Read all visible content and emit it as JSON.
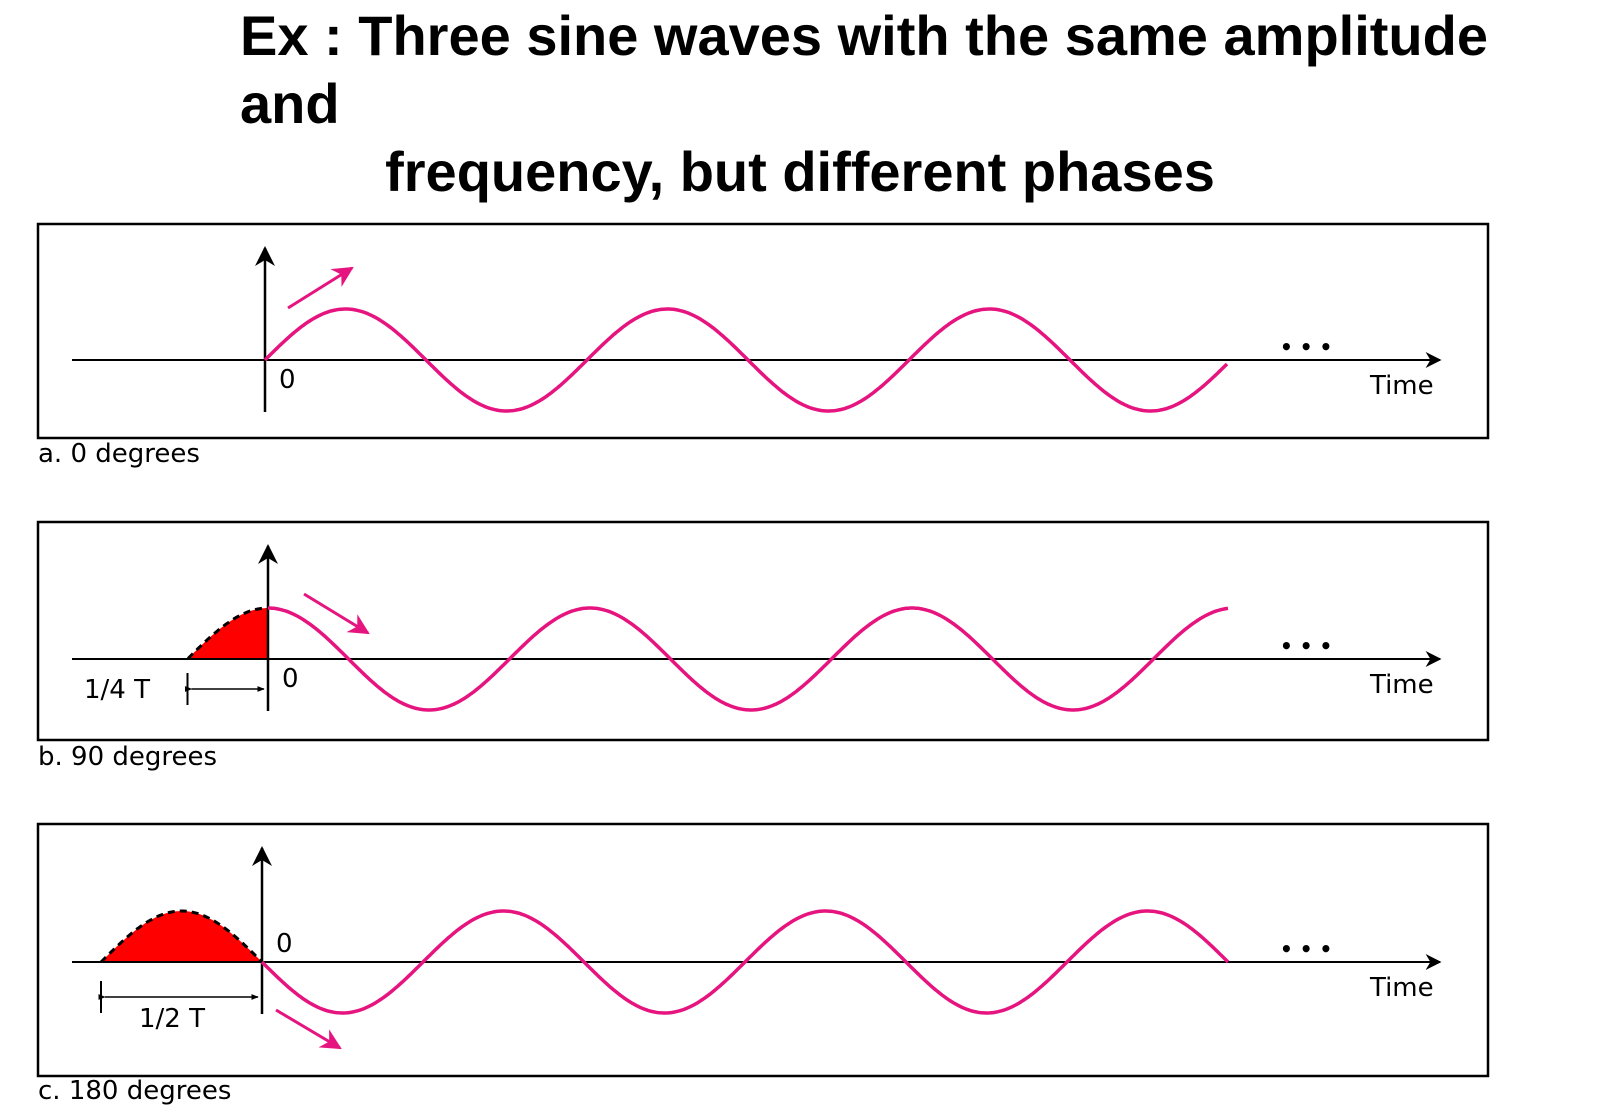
{
  "title": {
    "line1": "Ex : Three sine waves with the same amplitude and",
    "line2": "frequency, but different phases"
  },
  "colors": {
    "wave": "#e6147f",
    "shade": "#ff0000",
    "axis": "#000000",
    "frame": "#000000"
  },
  "panels": [
    {
      "caption": "a. 0 degrees",
      "phase_degrees": 0,
      "origin_label": "0",
      "axis_label": "Time",
      "ellipsis": "• • •",
      "shift_label": ""
    },
    {
      "caption": "b. 90 degrees",
      "phase_degrees": 90,
      "origin_label": "0",
      "axis_label": "Time",
      "ellipsis": "• • •",
      "shift_label": "1/4 T"
    },
    {
      "caption": "c. 180 degrees",
      "phase_degrees": 180,
      "origin_label": "0",
      "axis_label": "Time",
      "ellipsis": "• • •",
      "shift_label": "1/2 T"
    }
  ]
}
